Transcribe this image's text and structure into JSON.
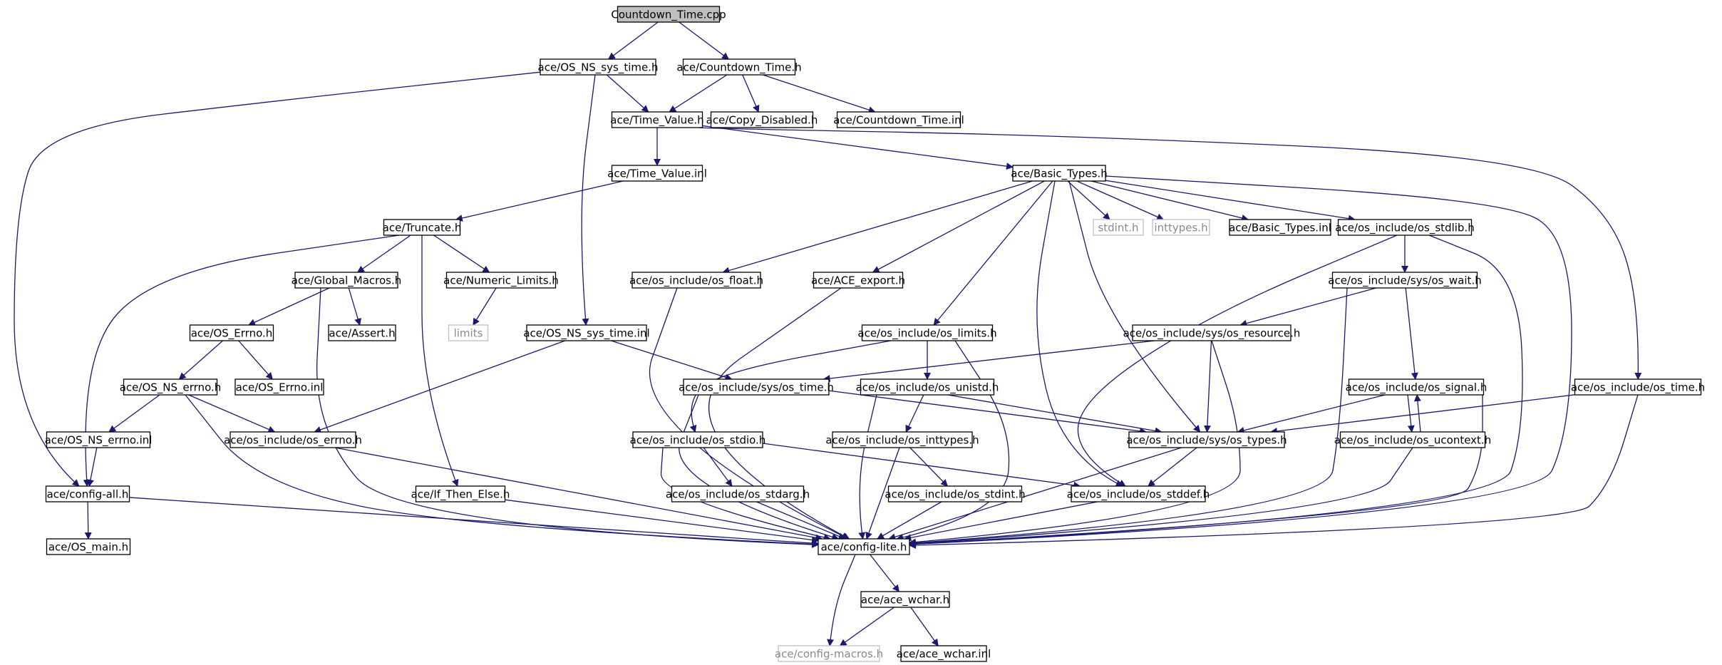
{
  "nodes": [
    {
      "id": "countdown_cpp",
      "label": "Countdown_Time.cpp",
      "kind": "root"
    },
    {
      "id": "os_ns_sys_time_h",
      "label": "ace/OS_NS_sys_time.h"
    },
    {
      "id": "countdown_time_h",
      "label": "ace/Countdown_Time.h"
    },
    {
      "id": "time_value_h",
      "label": "ace/Time_Value.h"
    },
    {
      "id": "copy_disabled_h",
      "label": "ace/Copy_Disabled.h"
    },
    {
      "id": "countdown_time_inl",
      "label": "ace/Countdown_Time.inl"
    },
    {
      "id": "time_value_inl",
      "label": "ace/Time_Value.inl"
    },
    {
      "id": "basic_types_h",
      "label": "ace/Basic_Types.h"
    },
    {
      "id": "truncate_h",
      "label": "ace/Truncate.h"
    },
    {
      "id": "stdint_h",
      "label": "stdint.h",
      "kind": "ext"
    },
    {
      "id": "inttypes_h",
      "label": "inttypes.h",
      "kind": "ext"
    },
    {
      "id": "basic_types_inl",
      "label": "ace/Basic_Types.inl"
    },
    {
      "id": "os_stdlib_h",
      "label": "ace/os_include/os_stdlib.h"
    },
    {
      "id": "global_macros_h",
      "label": "ace/Global_Macros.h"
    },
    {
      "id": "numeric_limits_h",
      "label": "ace/Numeric_Limits.h"
    },
    {
      "id": "os_float_h",
      "label": "ace/os_include/os_float.h"
    },
    {
      "id": "ace_export_h",
      "label": "ace/ACE_export.h"
    },
    {
      "id": "os_wait_h",
      "label": "ace/os_include/sys/os_wait.h"
    },
    {
      "id": "limits",
      "label": "limits",
      "kind": "ext"
    },
    {
      "id": "os_errno_h",
      "label": "ace/OS_Errno.h"
    },
    {
      "id": "assert_h",
      "label": "ace/Assert.h"
    },
    {
      "id": "os_ns_sys_time_inl",
      "label": "ace/OS_NS_sys_time.inl"
    },
    {
      "id": "os_limits_h",
      "label": "ace/os_include/os_limits.h"
    },
    {
      "id": "os_resource_h",
      "label": "ace/os_include/sys/os_resource.h"
    },
    {
      "id": "os_ns_errno_h",
      "label": "ace/OS_NS_errno.h"
    },
    {
      "id": "os_errno_inl",
      "label": "ace/OS_Errno.inl"
    },
    {
      "id": "sys_os_time_h",
      "label": "ace/os_include/sys/os_time.h"
    },
    {
      "id": "os_unistd_h",
      "label": "ace/os_include/os_unistd.h"
    },
    {
      "id": "os_signal_h",
      "label": "ace/os_include/os_signal.h"
    },
    {
      "id": "os_time_h",
      "label": "ace/os_include/os_time.h"
    },
    {
      "id": "os_ns_errno_inl",
      "label": "ace/OS_NS_errno.inl"
    },
    {
      "id": "os_include_errno_h",
      "label": "ace/os_include/os_errno.h"
    },
    {
      "id": "os_stdio_h",
      "label": "ace/os_include/os_stdio.h"
    },
    {
      "id": "os_inttypes_h",
      "label": "ace/os_include/os_inttypes.h"
    },
    {
      "id": "os_types_h",
      "label": "ace/os_include/sys/os_types.h"
    },
    {
      "id": "os_ucontext_h",
      "label": "ace/os_include/os_ucontext.h"
    },
    {
      "id": "config_all_h",
      "label": "ace/config-all.h"
    },
    {
      "id": "if_then_else_h",
      "label": "ace/If_Then_Else.h"
    },
    {
      "id": "os_stdarg_h",
      "label": "ace/os_include/os_stdarg.h"
    },
    {
      "id": "os_stdint_h",
      "label": "ace/os_include/os_stdint.h"
    },
    {
      "id": "os_stddef_h",
      "label": "ace/os_include/os_stddef.h"
    },
    {
      "id": "os_main_h",
      "label": "ace/OS_main.h"
    },
    {
      "id": "config_lite_h",
      "label": "ace/config-lite.h"
    },
    {
      "id": "ace_wchar_h",
      "label": "ace/ace_wchar.h"
    },
    {
      "id": "config_macros_h",
      "label": "ace/config-macros.h",
      "kind": "ext"
    },
    {
      "id": "ace_wchar_inl",
      "label": "ace/ace_wchar.inl"
    }
  ],
  "edges": [
    [
      "countdown_cpp",
      "os_ns_sys_time_h"
    ],
    [
      "countdown_cpp",
      "countdown_time_h"
    ],
    [
      "os_ns_sys_time_h",
      "time_value_h"
    ],
    [
      "os_ns_sys_time_h",
      "config_all_h"
    ],
    [
      "os_ns_sys_time_h",
      "os_ns_sys_time_inl"
    ],
    [
      "countdown_time_h",
      "time_value_h"
    ],
    [
      "countdown_time_h",
      "copy_disabled_h"
    ],
    [
      "countdown_time_h",
      "countdown_time_inl"
    ],
    [
      "time_value_h",
      "time_value_inl"
    ],
    [
      "time_value_h",
      "basic_types_h"
    ],
    [
      "time_value_h",
      "os_time_h"
    ],
    [
      "time_value_inl",
      "truncate_h"
    ],
    [
      "basic_types_h",
      "stdint_h"
    ],
    [
      "basic_types_h",
      "inttypes_h"
    ],
    [
      "basic_types_h",
      "basic_types_inl"
    ],
    [
      "basic_types_h",
      "os_stdlib_h"
    ],
    [
      "basic_types_h",
      "os_float_h"
    ],
    [
      "basic_types_h",
      "ace_export_h"
    ],
    [
      "basic_types_h",
      "os_limits_h"
    ],
    [
      "basic_types_h",
      "os_types_h"
    ],
    [
      "basic_types_h",
      "os_stddef_h"
    ],
    [
      "basic_types_h",
      "config_lite_h"
    ],
    [
      "truncate_h",
      "global_macros_h"
    ],
    [
      "truncate_h",
      "numeric_limits_h"
    ],
    [
      "truncate_h",
      "if_then_else_h"
    ],
    [
      "truncate_h",
      "config_all_h"
    ],
    [
      "os_stdlib_h",
      "os_wait_h"
    ],
    [
      "os_stdlib_h",
      "os_stddef_h"
    ],
    [
      "os_stdlib_h",
      "config_lite_h"
    ],
    [
      "global_macros_h",
      "os_errno_h"
    ],
    [
      "global_macros_h",
      "assert_h"
    ],
    [
      "global_macros_h",
      "config_lite_h"
    ],
    [
      "numeric_limits_h",
      "limits"
    ],
    [
      "os_float_h",
      "config_lite_h"
    ],
    [
      "ace_export_h",
      "config_lite_h"
    ],
    [
      "os_wait_h",
      "os_resource_h"
    ],
    [
      "os_wait_h",
      "os_signal_h"
    ],
    [
      "os_wait_h",
      "config_lite_h"
    ],
    [
      "os_errno_h",
      "os_ns_errno_h"
    ],
    [
      "os_errno_h",
      "os_errno_inl"
    ],
    [
      "os_ns_sys_time_inl",
      "sys_os_time_h"
    ],
    [
      "os_ns_sys_time_inl",
      "os_include_errno_h"
    ],
    [
      "os_limits_h",
      "os_unistd_h"
    ],
    [
      "os_limits_h",
      "os_stdio_h"
    ],
    [
      "os_limits_h",
      "config_lite_h"
    ],
    [
      "os_resource_h",
      "sys_os_time_h"
    ],
    [
      "os_resource_h",
      "os_types_h"
    ],
    [
      "os_resource_h",
      "config_lite_h"
    ],
    [
      "os_ns_errno_h",
      "os_ns_errno_inl"
    ],
    [
      "os_ns_errno_h",
      "os_include_errno_h"
    ],
    [
      "os_ns_errno_h",
      "config_lite_h"
    ],
    [
      "sys_os_time_h",
      "os_types_h"
    ],
    [
      "sys_os_time_h",
      "config_lite_h"
    ],
    [
      "os_unistd_h",
      "os_inttypes_h"
    ],
    [
      "os_unistd_h",
      "os_types_h"
    ],
    [
      "os_unistd_h",
      "config_lite_h"
    ],
    [
      "os_signal_h",
      "os_types_h"
    ],
    [
      "os_signal_h",
      "os_ucontext_h"
    ],
    [
      "os_signal_h",
      "config_lite_h"
    ],
    [
      "os_ucontext_h",
      "os_signal_h"
    ],
    [
      "os_ucontext_h",
      "config_lite_h"
    ],
    [
      "os_time_h",
      "os_types_h"
    ],
    [
      "os_time_h",
      "config_lite_h"
    ],
    [
      "os_ns_errno_inl",
      "config_all_h"
    ],
    [
      "os_include_errno_h",
      "config_lite_h"
    ],
    [
      "os_stdio_h",
      "os_stdarg_h"
    ],
    [
      "os_stdio_h",
      "os_stddef_h"
    ],
    [
      "os_stdio_h",
      "config_lite_h"
    ],
    [
      "os_inttypes_h",
      "os_stdint_h"
    ],
    [
      "os_inttypes_h",
      "config_lite_h"
    ],
    [
      "os_types_h",
      "os_stddef_h"
    ],
    [
      "os_types_h",
      "config_lite_h"
    ],
    [
      "config_all_h",
      "os_main_h"
    ],
    [
      "config_all_h",
      "config_lite_h"
    ],
    [
      "if_then_else_h",
      "config_lite_h"
    ],
    [
      "os_stdarg_h",
      "config_lite_h"
    ],
    [
      "os_stdint_h",
      "config_lite_h"
    ],
    [
      "os_stddef_h",
      "config_lite_h"
    ],
    [
      "config_lite_h",
      "ace_wchar_h"
    ],
    [
      "config_lite_h",
      "config_macros_h"
    ],
    [
      "ace_wchar_h",
      "config_macros_h"
    ],
    [
      "ace_wchar_h",
      "ace_wchar_inl"
    ]
  ]
}
